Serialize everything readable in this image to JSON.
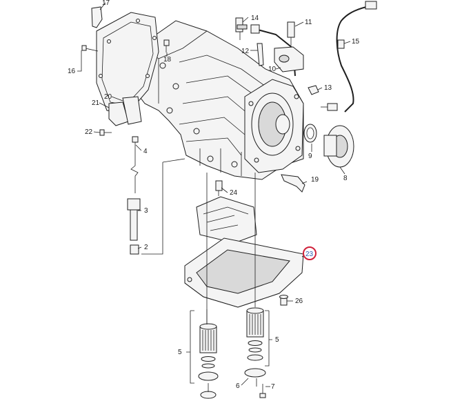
{
  "diagram": {
    "highlighted_callout": "23",
    "highlight_color": "#d0203a",
    "highlight_text_color": "#2b5fb4",
    "callouts": [
      "17",
      "14",
      "11",
      "15",
      "16",
      "18",
      "12",
      "10",
      "13",
      "20",
      "21",
      "22",
      "9",
      "8",
      "4",
      "19",
      "24",
      "3",
      "2",
      "23",
      "26",
      "5",
      "5",
      "6",
      "7"
    ]
  }
}
